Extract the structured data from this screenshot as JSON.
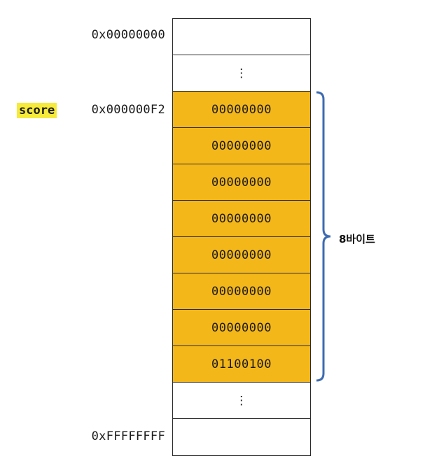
{
  "variable": {
    "name": "score",
    "address": "0x000000F2"
  },
  "addresses": {
    "start": "0x00000000",
    "end": "0xFFFFFFFF"
  },
  "cells": [
    {
      "value": "",
      "kind": "empty"
    },
    {
      "value": "⋮",
      "kind": "ellipsis"
    },
    {
      "value": "00000000",
      "kind": "filled"
    },
    {
      "value": "00000000",
      "kind": "filled"
    },
    {
      "value": "00000000",
      "kind": "filled"
    },
    {
      "value": "00000000",
      "kind": "filled"
    },
    {
      "value": "00000000",
      "kind": "filled"
    },
    {
      "value": "00000000",
      "kind": "filled"
    },
    {
      "value": "00000000",
      "kind": "filled"
    },
    {
      "value": "01100100",
      "kind": "filled"
    },
    {
      "value": "⋮",
      "kind": "ellipsis"
    },
    {
      "value": "",
      "kind": "empty"
    }
  ],
  "brace": {
    "label": "8바이트",
    "color": "#3d6bb0"
  },
  "colors": {
    "filled": "#f4b71a",
    "highlight": "#f6ea3a"
  }
}
